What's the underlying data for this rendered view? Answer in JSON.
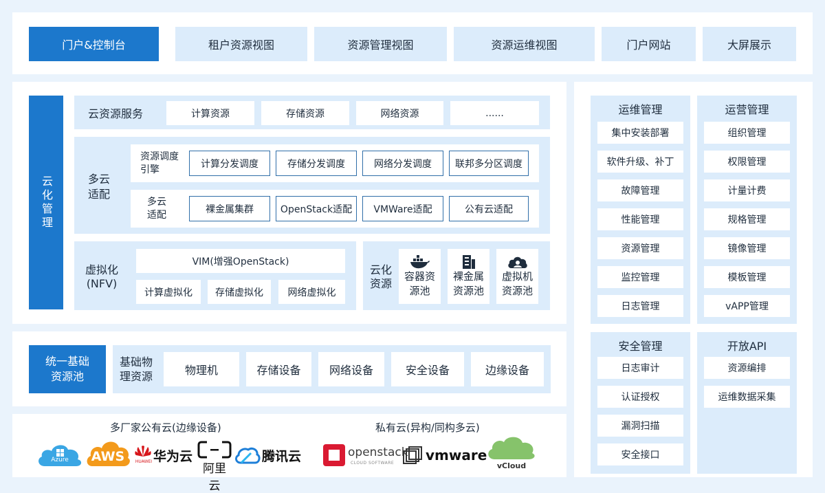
{
  "nav": {
    "items": [
      "门户&控制台",
      "租户资源视图",
      "资源管理视图",
      "资源运维视图",
      "门户网站",
      "大屏展示"
    ]
  },
  "cloud_mgmt": {
    "label": "云化管理",
    "services": {
      "label": "云资源服务",
      "items": [
        "计算资源",
        "存储资源",
        "网络资源",
        "......"
      ]
    },
    "multicloud": {
      "label": "多云适配",
      "scheduler_label": "资源调度引擎",
      "scheduler_items": [
        "计算分发调度",
        "存储分发调度",
        "网络分发调度",
        "联邦多分区调度"
      ],
      "adapter_label": "多云适配",
      "adapter_items": [
        "裸金属集群",
        "OpenStack适配",
        "VMWare适配",
        "公有云适配"
      ]
    },
    "virtualization": {
      "label": "虚拟化(NFV)",
      "vim": "VIM(增强OpenStack)",
      "items": [
        "计算虚拟化",
        "存储虚拟化",
        "网络虚拟化"
      ]
    },
    "cloud_resources": {
      "label": "云化资源",
      "pools": [
        {
          "icon": "docker-icon",
          "label": "容器资源池"
        },
        {
          "icon": "server-icon",
          "label": "裸金属资源池"
        },
        {
          "icon": "cloud-user-icon",
          "label": "虚拟机资源池"
        }
      ]
    }
  },
  "infra": {
    "label": "统一基础资源池",
    "sub_label": "基础物理资源",
    "items": [
      "物理机",
      "存储设备",
      "网络设备",
      "安全设备",
      "边缘设备"
    ]
  },
  "clouds": {
    "public_title": "多厂家公有云(边缘设备)",
    "private_title": "私有云(异构/同构多云)",
    "public_logos": {
      "azure": "Azure",
      "aws": "AWS",
      "huawei_mark": "HUAWEI",
      "huawei": "华为云",
      "aliyun": "阿里云",
      "tencent": "腾讯云"
    },
    "private_logos": {
      "openstack": "openstack",
      "openstack_sub": "CLOUD SOFTWARE",
      "vmware": "vmware",
      "vcloud": "vCloud"
    }
  },
  "ops": {
    "title": "运维管理",
    "items": [
      "集中安装部署",
      "软件升级、补丁",
      "故障管理",
      "性能管理",
      "资源管理",
      "监控管理",
      "日志管理"
    ]
  },
  "operations": {
    "title": "运营管理",
    "items": [
      "组织管理",
      "权限管理",
      "计量计费",
      "规格管理",
      "镜像管理",
      "模板管理",
      "vAPP管理"
    ]
  },
  "security": {
    "title": "安全管理",
    "items": [
      "日志审计",
      "认证授权",
      "漏洞扫描",
      "安全接口"
    ]
  },
  "open_api": {
    "title": "开放API",
    "items": [
      "资源编排",
      "运维数据采集"
    ]
  },
  "colors": {
    "accent": "#1c78cc",
    "light": "#dcecfb",
    "background": "#eaf3fc",
    "border": "#2f6ea8"
  }
}
